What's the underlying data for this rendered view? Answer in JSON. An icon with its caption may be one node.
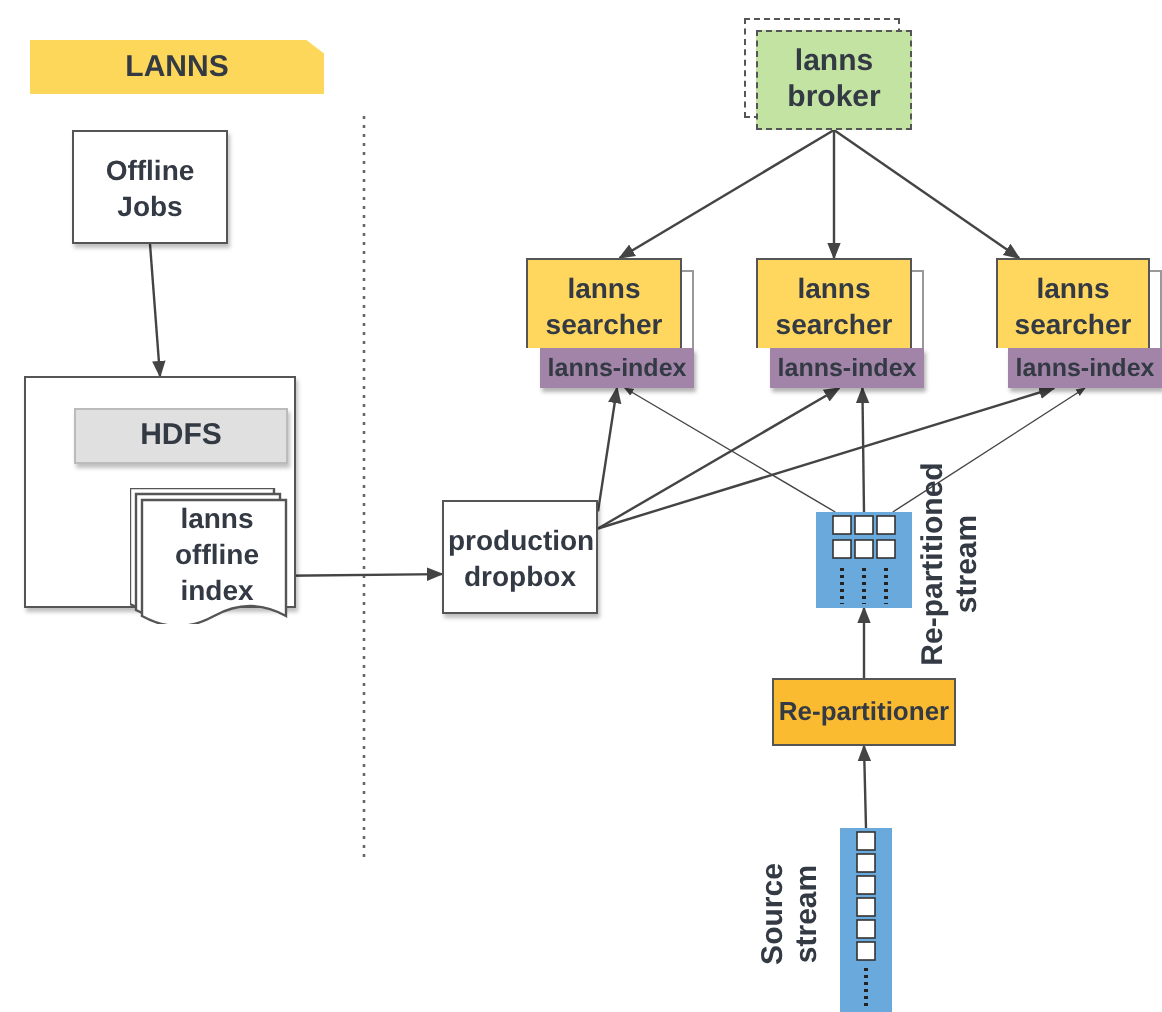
{
  "diagram": {
    "nodes": [
      {
        "text": [
          "LANNS"
        ]
      },
      {
        "text": [
          "Offline Jobs"
        ]
      },
      {
        "text": [],
        "shape": "box"
      },
      {
        "text": [
          "HDFS"
        ],
        "in": 2
      },
      {
        "text": [
          "lanns offline index"
        ],
        "in": 2
      },
      {
        "text": [
          "production dropbox"
        ]
      },
      {
        "text": [
          "lanns broker"
        ]
      },
      {
        "text": [
          "lanns searcher"
        ]
      },
      {
        "text": [
          "lanns-index"
        ]
      },
      {
        "text": [
          "lanns searcher"
        ]
      },
      {
        "text": [
          "lanns-index"
        ]
      },
      {
        "text": [
          "lanns searcher"
        ]
      },
      {
        "text": [
          "lanns-index"
        ]
      },
      {
        "text": [],
        "shape": "picture",
        "beside": [
          "Re-partitioned stream"
        ]
      },
      {
        "text": [
          "Re-partitioner"
        ]
      },
      {
        "text": [],
        "shape": "picture",
        "beside": [
          "Source stream"
        ]
      }
    ],
    "edges": [
      {
        "from": 1,
        "to": 2,
        "arrow": "to"
      },
      {
        "from": 4,
        "to": 5,
        "arrow": "to"
      },
      {
        "from": 6,
        "to": 7,
        "arrow": "to"
      },
      {
        "from": 6,
        "to": 9,
        "arrow": "to"
      },
      {
        "from": 6,
        "to": 11,
        "arrow": "to"
      },
      {
        "from": 5,
        "to": 8,
        "arrow": "to"
      },
      {
        "from": 5,
        "to": 10,
        "arrow": "to"
      },
      {
        "from": 5,
        "to": 12,
        "arrow": "to"
      },
      {
        "from": 13,
        "to": 8,
        "arrow": "to"
      },
      {
        "from": 13,
        "to": 10,
        "arrow": "to"
      },
      {
        "from": 13,
        "to": 12,
        "arrow": "to"
      },
      {
        "from": 14,
        "to": 13,
        "arrow": "to"
      },
      {
        "from": 15,
        "to": 14,
        "arrow": "to"
      }
    ]
  }
}
